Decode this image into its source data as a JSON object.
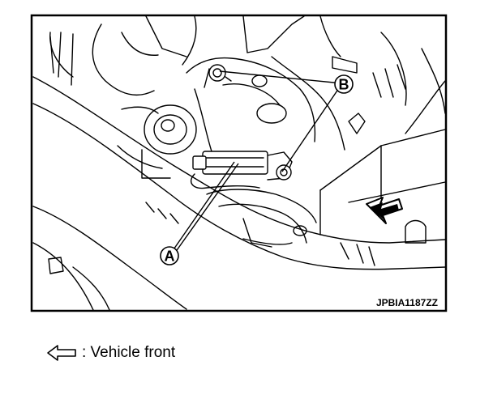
{
  "figure": {
    "code": "JPBIA1187ZZ",
    "callouts": [
      {
        "id": "A",
        "letter": "A"
      },
      {
        "id": "B",
        "letter": "B"
      }
    ]
  },
  "legend": {
    "icon": "outline-left-arrow-icon",
    "text": ": Vehicle front"
  },
  "colors": {
    "line": "#000000",
    "background": "#ffffff"
  }
}
